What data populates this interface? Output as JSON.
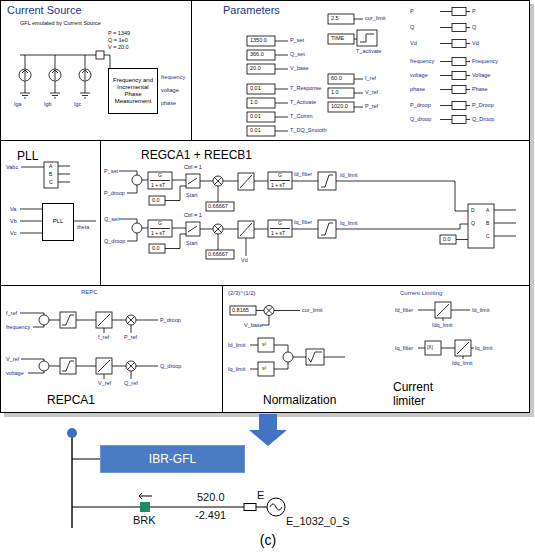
{
  "diagram": {
    "caption": "(c)",
    "nodes": [
      {
        "text": [
          "Current Source"
        ]
      },
      {
        "text": [
          "Frequency and Incremental Phase Measurement"
        ],
        "in": 0
      },
      {
        "text": [
          "Parameters"
        ]
      },
      {
        "text": [
          "PLL"
        ]
      },
      {
        "text": [
          "PLL"
        ],
        "in": 3
      },
      {
        "text": [
          "REGCA1 + REECB1"
        ]
      },
      {
        "text": [
          "REPC",
          "REPCA1"
        ]
      },
      {
        "text": [
          "Normalization",
          "Current limiter"
        ]
      },
      {
        "text": [
          "IBR-GFL"
        ]
      }
    ],
    "labels": [
      "GFL emulated by Current Source",
      "P = 1349",
      "Q = 1e0",
      "V = 20.0",
      "Iga",
      "Igb",
      "Igc",
      "frequency",
      "voltage",
      "phase",
      "1350.0",
      "P_set",
      "366.0",
      "Q_set",
      "20.0",
      "V_base",
      "0.01",
      "T_Response",
      "1.0",
      "T_Activate",
      "0.01",
      "T_Comm",
      "0.01",
      "T_DQ_Smooth",
      "2.5",
      "cur_limit",
      "TIME",
      "T_activate",
      "60.0",
      "f_ref",
      "1.0",
      "V_ref",
      "1020.0",
      "P_ref",
      "P",
      "P",
      "Q",
      "Q",
      "Vd",
      "Vd",
      "frequency",
      "Frequency",
      "voltage",
      "Voltage",
      "phase",
      "Phase",
      "P_droop",
      "P_Droop",
      "Q_droop",
      "Q_Droop",
      "Vabc",
      "A",
      "B",
      "C",
      "Va",
      "Vb",
      "Vc",
      "theta",
      "P_set",
      "P_droop",
      "G",
      "1 + sT",
      "Ctrl = 1",
      "0.0",
      "Start",
      "0.66667",
      "G",
      "1 + sT",
      "Id_filter",
      "Id_limit",
      "Q_set",
      "Q_droop",
      "G",
      "1 + sT",
      "Ctrl = 1",
      "0.0",
      "Start",
      "0.66667",
      "G",
      "1 + sT",
      "Iq_filter",
      "Iq_limit",
      "Vd",
      "D",
      "Q",
      "A",
      "B",
      "C",
      "0.0",
      "f_ref",
      "frequency",
      "f_ref",
      "P_ref",
      "P_droop",
      "V_ref",
      "voltage",
      "V_ref",
      "Q_ref",
      "Q_droop",
      "(2/3)^(1/2)",
      "Current Limiting",
      "0.8165",
      "V_base",
      "cur_limit",
      "Id_limit",
      "x²",
      "Iq_limit",
      "x²",
      "Id_filter",
      "Id_limit",
      "Idq_limit",
      "Iq_filter",
      "|X|",
      "Iq_limit",
      "Idq_limit",
      "BRK",
      "520.0",
      "-2.491",
      "E",
      "E_1032_0_S"
    ]
  }
}
